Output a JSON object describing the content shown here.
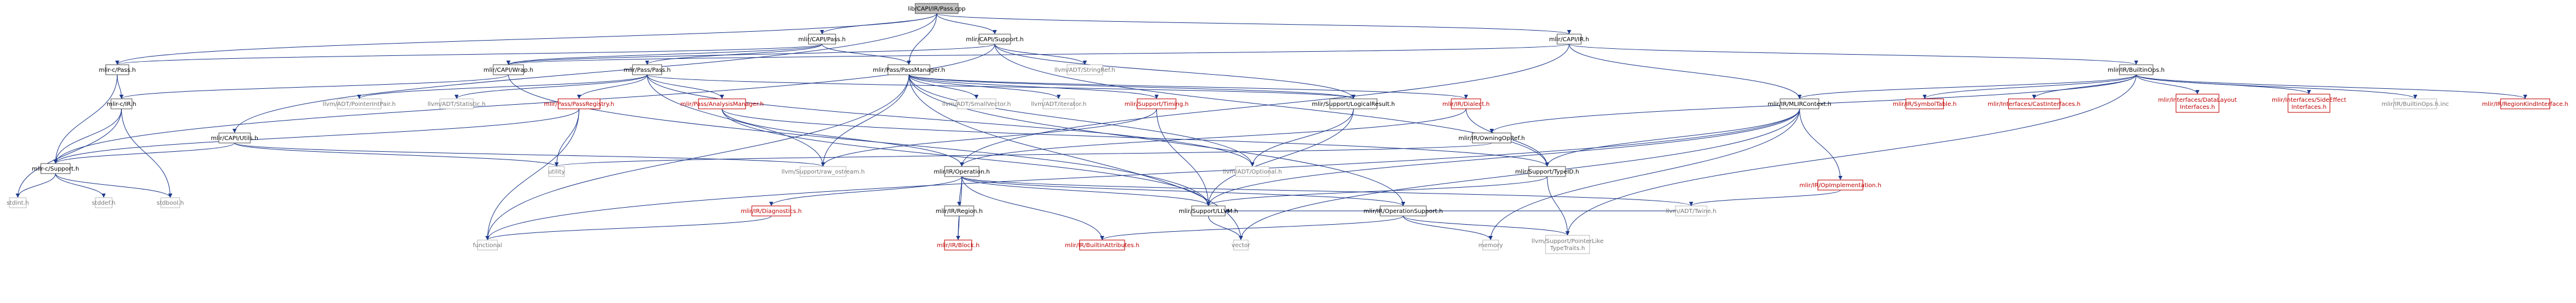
{
  "diagram": {
    "type": "include-dependency-graph",
    "colors": {
      "edge": "#1f3a8a",
      "text_normal": "#000000",
      "text_missing": "#c00000",
      "text_muted": "#777777",
      "border_normal": "#555555",
      "border_missing": "#c00000",
      "border_muted": "#bbbbbb",
      "fill_root": "#bfbfbf",
      "fill_default": "#ffffff"
    },
    "nodes": [
      {
        "id": "root",
        "lines": [
          "lib/CAPI/IR/Pass.cpp"
        ],
        "style": "root"
      },
      {
        "id": "capi_pass",
        "lines": [
          "mlir/CAPI/Pass.h"
        ],
        "style": "normal"
      },
      {
        "id": "capi_support",
        "lines": [
          "mlir/CAPI/Support.h"
        ],
        "style": "normal"
      },
      {
        "id": "capi_ir",
        "lines": [
          "mlir/CAPI/IR.h"
        ],
        "style": "normal"
      },
      {
        "id": "mlirc_pass",
        "lines": [
          "mlir-c/Pass.h"
        ],
        "style": "normal"
      },
      {
        "id": "capi_wrap",
        "lines": [
          "mlir/CAPI/Wrap.h"
        ],
        "style": "normal"
      },
      {
        "id": "pass_pass",
        "lines": [
          "mlir/Pass/Pass.h"
        ],
        "style": "normal"
      },
      {
        "id": "pass_manager",
        "lines": [
          "mlir/Pass/PassManager.h"
        ],
        "style": "normal"
      },
      {
        "id": "stringref",
        "lines": [
          "llvm/ADT/StringRef.h"
        ],
        "style": "muted"
      },
      {
        "id": "builtinops",
        "lines": [
          "mlir/IR/BuiltinOps.h"
        ],
        "style": "normal"
      },
      {
        "id": "mlirc_ir",
        "lines": [
          "mlir-c/IR.h"
        ],
        "style": "normal"
      },
      {
        "id": "capi_utils",
        "lines": [
          "mlir/CAPI/Utils.h"
        ],
        "style": "normal"
      },
      {
        "id": "pointerintpair",
        "lines": [
          "llvm/ADT/PointerIntPair.h"
        ],
        "style": "muted"
      },
      {
        "id": "statistic",
        "lines": [
          "llvm/ADT/Statistic.h"
        ],
        "style": "muted"
      },
      {
        "id": "passregistry",
        "lines": [
          "mlir/Pass/PassRegistry.h"
        ],
        "style": "missing"
      },
      {
        "id": "analysismanager",
        "lines": [
          "mlir/Pass/AnalysisManager.h"
        ],
        "style": "missing"
      },
      {
        "id": "smallvector",
        "lines": [
          "llvm/ADT/SmallVector.h"
        ],
        "style": "muted"
      },
      {
        "id": "iterator",
        "lines": [
          "llvm/ADT/iterator.h"
        ],
        "style": "muted"
      },
      {
        "id": "timing",
        "lines": [
          "mlir/Support/Timing.h"
        ],
        "style": "missing"
      },
      {
        "id": "logicalresult",
        "lines": [
          "mlir/Support/LogicalResult.h"
        ],
        "style": "normal"
      },
      {
        "id": "dialect",
        "lines": [
          "mlir/IR/Dialect.h"
        ],
        "style": "missing"
      },
      {
        "id": "owningopref",
        "lines": [
          "mlir/IR/OwningOpRef.h"
        ],
        "style": "normal"
      },
      {
        "id": "mlircontext",
        "lines": [
          "mlir/IR/MLIRContext.h"
        ],
        "style": "normal"
      },
      {
        "id": "symboltable",
        "lines": [
          "mlir/IR/SymbolTable.h"
        ],
        "style": "missing"
      },
      {
        "id": "castinterfaces",
        "lines": [
          "mlir/Interfaces/CastInterfaces.h"
        ],
        "style": "missing"
      },
      {
        "id": "datalayout",
        "lines": [
          "mlir/Interfaces/DataLayout",
          "Interfaces.h"
        ],
        "style": "missing"
      },
      {
        "id": "sideeffect",
        "lines": [
          "mlir/Interfaces/SideEffect",
          "Interfaces.h"
        ],
        "style": "missing"
      },
      {
        "id": "builtinops_inc",
        "lines": [
          "mlir/IR/BuiltinOps.h.inc"
        ],
        "style": "muted"
      },
      {
        "id": "regionkind",
        "lines": [
          "mlir/IR/RegionKindInterface.h"
        ],
        "style": "missing"
      },
      {
        "id": "mlirc_support",
        "lines": [
          "mlir-c/Support.h"
        ],
        "style": "normal"
      },
      {
        "id": "utility",
        "lines": [
          "utility"
        ],
        "style": "muted"
      },
      {
        "id": "raw_ostream",
        "lines": [
          "llvm/Support/raw_ostream.h"
        ],
        "style": "muted"
      },
      {
        "id": "operation",
        "lines": [
          "mlir/IR/Operation.h"
        ],
        "style": "normal"
      },
      {
        "id": "optional",
        "lines": [
          "llvm/ADT/Optional.h"
        ],
        "style": "muted"
      },
      {
        "id": "typeid",
        "lines": [
          "mlir/Support/TypeID.h"
        ],
        "style": "normal"
      },
      {
        "id": "opimpl",
        "lines": [
          "mlir/IR/OpImplementation.h"
        ],
        "style": "missing"
      },
      {
        "id": "stdint",
        "lines": [
          "stdint.h"
        ],
        "style": "muted"
      },
      {
        "id": "stddef",
        "lines": [
          "stddef.h"
        ],
        "style": "muted"
      },
      {
        "id": "stdbool",
        "lines": [
          "stdbool.h"
        ],
        "style": "muted"
      },
      {
        "id": "diagnostics",
        "lines": [
          "mlir/IR/Diagnostics.h"
        ],
        "style": "missing"
      },
      {
        "id": "region",
        "lines": [
          "mlir/IR/Region.h"
        ],
        "style": "normal"
      },
      {
        "id": "llvm_h",
        "lines": [
          "mlir/Support/LLVM.h"
        ],
        "style": "normal"
      },
      {
        "id": "operationsupport",
        "lines": [
          "mlir/IR/OperationSupport.h"
        ],
        "style": "normal"
      },
      {
        "id": "twine",
        "lines": [
          "llvm/ADT/Twine.h"
        ],
        "style": "muted"
      },
      {
        "id": "functional",
        "lines": [
          "functional"
        ],
        "style": "muted"
      },
      {
        "id": "block",
        "lines": [
          "mlir/IR/Block.h"
        ],
        "style": "missing"
      },
      {
        "id": "builtinattrs",
        "lines": [
          "mlir/IR/BuiltinAttributes.h"
        ],
        "style": "missing"
      },
      {
        "id": "vector",
        "lines": [
          "vector"
        ],
        "style": "muted"
      },
      {
        "id": "memory",
        "lines": [
          "memory"
        ],
        "style": "muted"
      },
      {
        "id": "pointerliketypetraits",
        "lines": [
          "llvm/Support/PointerLike",
          "TypeTraits.h"
        ],
        "style": "muted"
      }
    ],
    "edges": [
      [
        "root",
        "capi_pass"
      ],
      [
        "root",
        "capi_support"
      ],
      [
        "root",
        "capi_ir"
      ],
      [
        "root",
        "mlirc_pass"
      ],
      [
        "root",
        "pass_manager"
      ],
      [
        "root",
        "capi_utils"
      ],
      [
        "capi_pass",
        "mlirc_pass"
      ],
      [
        "capi_pass",
        "capi_wrap"
      ],
      [
        "capi_pass",
        "pass_pass"
      ],
      [
        "capi_pass",
        "pass_manager"
      ],
      [
        "capi_support",
        "mlirc_support"
      ],
      [
        "capi_support",
        "capi_wrap"
      ],
      [
        "capi_support",
        "logicalresult"
      ],
      [
        "capi_support",
        "stringref"
      ],
      [
        "capi_support",
        "typeid"
      ],
      [
        "capi_ir",
        "capi_wrap"
      ],
      [
        "capi_ir",
        "builtinops"
      ],
      [
        "capi_ir",
        "operation"
      ],
      [
        "capi_ir",
        "mlircontext"
      ],
      [
        "mlirc_pass",
        "mlirc_ir"
      ],
      [
        "mlirc_pass",
        "mlirc_support"
      ],
      [
        "capi_wrap",
        "mlirc_ir"
      ],
      [
        "capi_wrap",
        "llvm_h"
      ],
      [
        "pass_pass",
        "pointerintpair"
      ],
      [
        "pass_pass",
        "statistic"
      ],
      [
        "pass_pass",
        "passregistry"
      ],
      [
        "pass_pass",
        "analysismanager"
      ],
      [
        "pass_pass",
        "logicalresult"
      ],
      [
        "pass_pass",
        "raw_ostream"
      ],
      [
        "pass_pass",
        "optional"
      ],
      [
        "pass_manager",
        "smallvector"
      ],
      [
        "pass_manager",
        "iterator"
      ],
      [
        "pass_manager",
        "timing"
      ],
      [
        "pass_manager",
        "logicalresult"
      ],
      [
        "pass_manager",
        "dialect"
      ],
      [
        "pass_manager",
        "operationsupport"
      ],
      [
        "pass_manager",
        "raw_ostream"
      ],
      [
        "pass_manager",
        "functional"
      ],
      [
        "pass_manager",
        "vector"
      ],
      [
        "pass_manager",
        "optional"
      ],
      [
        "builtinops",
        "owningopref"
      ],
      [
        "builtinops",
        "mlircontext"
      ],
      [
        "builtinops",
        "symboltable"
      ],
      [
        "builtinops",
        "castinterfaces"
      ],
      [
        "builtinops",
        "datalayout"
      ],
      [
        "builtinops",
        "sideeffect"
      ],
      [
        "builtinops",
        "builtinops_inc"
      ],
      [
        "builtinops",
        "regionkind"
      ],
      [
        "builtinops",
        "pointerliketypetraits"
      ],
      [
        "mlirc_ir",
        "mlirc_support"
      ],
      [
        "mlirc_ir",
        "stdint"
      ],
      [
        "mlirc_ir",
        "stdbool"
      ],
      [
        "capi_utils",
        "mlirc_support"
      ],
      [
        "capi_utils",
        "raw_ostream"
      ],
      [
        "capi_utils",
        "utility"
      ],
      [
        "passregistry",
        "utility"
      ],
      [
        "passregistry",
        "functional"
      ],
      [
        "passregistry",
        "mlirc_support"
      ],
      [
        "analysismanager",
        "operation"
      ],
      [
        "analysismanager",
        "typeid"
      ],
      [
        "analysismanager",
        "llvm_h"
      ],
      [
        "timing",
        "raw_ostream"
      ],
      [
        "timing",
        "llvm_h"
      ],
      [
        "logicalresult",
        "optional"
      ],
      [
        "logicalresult",
        "llvm_h"
      ],
      [
        "dialect",
        "operation"
      ],
      [
        "dialect",
        "typeid"
      ],
      [
        "owningopref",
        "utility"
      ],
      [
        "mlircontext",
        "typeid"
      ],
      [
        "mlircontext",
        "llvm_h"
      ],
      [
        "mlircontext",
        "opimpl"
      ],
      [
        "mlircontext",
        "functional"
      ],
      [
        "mlircontext",
        "vector"
      ],
      [
        "mlircontext",
        "memory"
      ],
      [
        "mlirc_support",
        "stdint"
      ],
      [
        "mlirc_support",
        "stddef"
      ],
      [
        "mlirc_support",
        "stdbool"
      ],
      [
        "operation",
        "diagnostics"
      ],
      [
        "operation",
        "region"
      ],
      [
        "operation",
        "llvm_h"
      ],
      [
        "operation",
        "operationsupport"
      ],
      [
        "operation",
        "twine"
      ],
      [
        "operation",
        "block"
      ],
      [
        "operation",
        "builtinattrs"
      ],
      [
        "typeid",
        "llvm_h"
      ],
      [
        "typeid",
        "pointerliketypetraits"
      ],
      [
        "opimpl",
        "twine"
      ],
      [
        "diagnostics",
        "functional"
      ],
      [
        "region",
        "block"
      ],
      [
        "llvm_h",
        "vector"
      ],
      [
        "operationsupport",
        "builtinattrs"
      ],
      [
        "operationsupport",
        "memory"
      ],
      [
        "operationsupport",
        "pointerliketypetraits"
      ],
      [
        "twine",
        "llvm_h"
      ]
    ]
  }
}
